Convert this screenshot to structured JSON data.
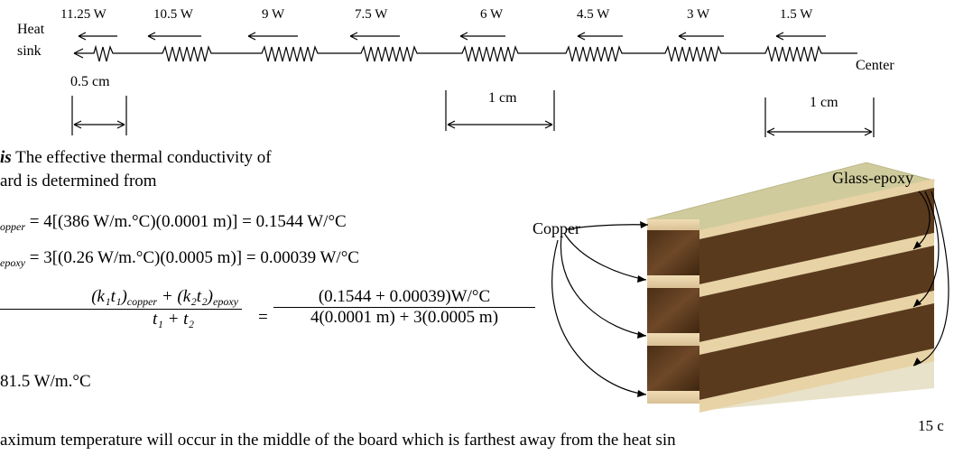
{
  "circuit": {
    "powers": [
      "11.25 W",
      "10.5 W",
      "9 W",
      "7.5 W",
      "6 W",
      "4.5 W",
      "3 W",
      "1.5 W"
    ],
    "heat_sink_line1": "Heat",
    "heat_sink_line2": "sink",
    "center_label": "Center",
    "dim_first": "0.5 cm",
    "dim_middle": "1 cm",
    "dim_right": "1 cm"
  },
  "board_figure": {
    "copper_label": "Copper",
    "glass_epoxy_label": "Glass-epoxy",
    "dim_label": "15 c"
  },
  "analysis": {
    "heading": "is",
    "line1_rest": " The effective thermal conductivity of",
    "line2": "ard is determined from"
  },
  "equations": {
    "copper_sub": "opper",
    "copper_rhs": "= 4[(386 W/m.°C)(0.0001 m)] = 0.1544 W/°C",
    "epoxy_sub": "epoxy",
    "epoxy_rhs": "= 3[(0.26 W/m.°C)(0.0005 m)] = 0.00039 W/°C",
    "num_left": "(k₁t₁)",
    "num_left_sub": "copper",
    "num_mid": " + (k₂t₂)",
    "num_mid_sub": "epoxy",
    "den_left": "t₁ + t₂",
    "eq_sign": "=",
    "num_right": "(0.1544 + 0.00039)W/°C",
    "den_right": "4(0.0001 m) + 3(0.0005 m)",
    "result": "81.5 W/m.°C"
  },
  "bottom_text": "aximum temperature will occur in the middle of the board which is farthest away from the heat sin",
  "colors": {
    "copper_top": "#cfcb9c",
    "copper_side": "#e8d3a6",
    "epoxy": "#5a3a1d"
  }
}
